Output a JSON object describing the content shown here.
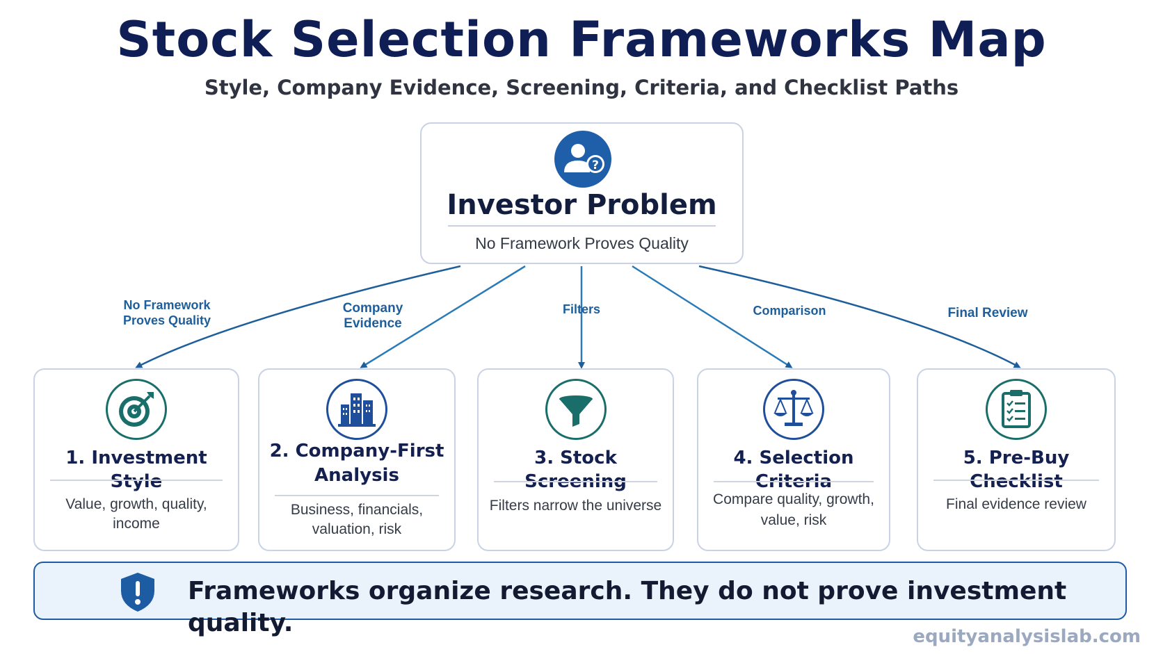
{
  "title": "Stock Selection Frameworks Map",
  "subtitle": "Style, Company Evidence, Screening, Criteria, and Checklist Paths",
  "problem": {
    "icon": "user-question-icon",
    "title": "Investor Problem",
    "subtitle": "No Framework Proves Quality"
  },
  "edges": [
    {
      "label_line1": "No Framework",
      "label_line2": "Proves Quality"
    },
    {
      "label_line1": "Company",
      "label_line2": "Evidence"
    },
    {
      "label_line1": "Filters",
      "label_line2": ""
    },
    {
      "label_line1": "Comparison",
      "label_line2": ""
    },
    {
      "label_line1": "Final Review",
      "label_line2": ""
    }
  ],
  "frameworks": [
    {
      "title_line1": "1. Investment Style",
      "title_line2": "",
      "desc_line1": "Value, growth, quality, income",
      "desc_line2": "",
      "icon": "target-icon",
      "color": "#1a6e6a"
    },
    {
      "title_line1": "2. Company-First",
      "title_line2": "Analysis",
      "desc_line1": "Business, financials,",
      "desc_line2": "valuation, risk",
      "icon": "buildings-icon",
      "color": "#1f4f9a"
    },
    {
      "title_line1": "3. Stock Screening",
      "title_line2": "",
      "desc_line1": "Filters narrow the universe",
      "desc_line2": "",
      "icon": "funnel-icon",
      "color": "#1a6e6a"
    },
    {
      "title_line1": "4. Selection Criteria",
      "title_line2": "",
      "desc_line1": "Compare quality, growth,",
      "desc_line2": "value, risk",
      "icon": "scales-icon",
      "color": "#1f4f9a"
    },
    {
      "title_line1": "5. Pre-Buy Checklist",
      "title_line2": "",
      "desc_line1": "Final evidence review",
      "desc_line2": "",
      "icon": "clipboard-checklist-icon",
      "color": "#1a6e6a"
    }
  ],
  "banner": {
    "icon": "shield-alert-icon",
    "text": "Frameworks organize research. They do not prove investment quality."
  },
  "footer": "equityanalysislab.com",
  "colors": {
    "navy": "#0f1f56",
    "accent_blue": "#1f5fa9",
    "teal": "#1a6e6a",
    "banner_bg": "#eaf2fb"
  }
}
